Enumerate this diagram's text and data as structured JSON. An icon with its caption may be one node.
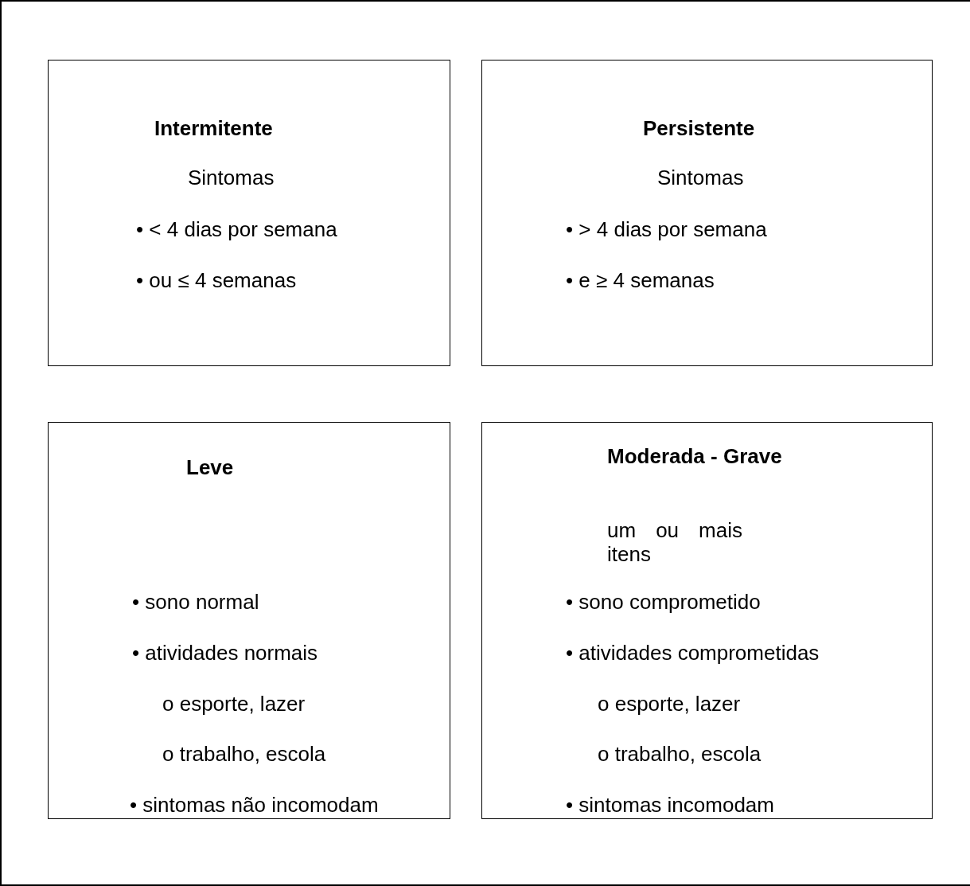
{
  "diagram": {
    "nodes": [
      {
        "text": [
          "Intermitente",
          "Sintomas",
          "• < 4 dias por semana",
          "• ou ≤ 4 semanas"
        ]
      },
      {
        "text": [
          "Persistente",
          "Sintomas",
          "• > 4 dias por semana",
          "• e ≥ 4 semanas"
        ]
      },
      {
        "text": [
          "Leve",
          "• sono normal",
          "• atividades normais",
          "o esporte, lazer",
          "o trabalho, escola",
          "• sintomas não incomodam"
        ]
      },
      {
        "text": [
          "Moderada - Grave",
          "um ou mais itens",
          "• sono comprometido",
          "• atividades comprometidas",
          "o esporte, lazer",
          "o trabalho, escola",
          "• sintomas incomodam"
        ]
      }
    ]
  }
}
